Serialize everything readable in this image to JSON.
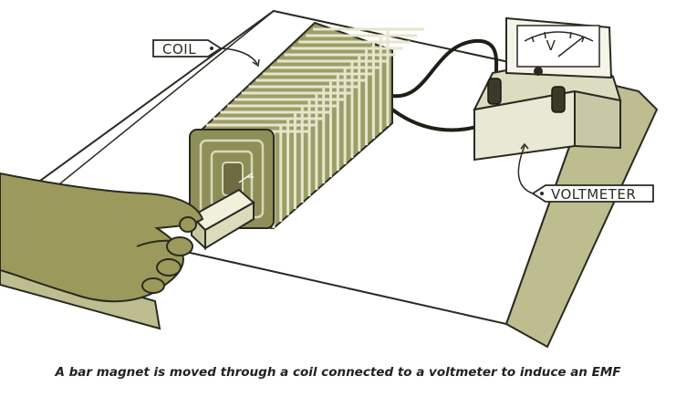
{
  "labels": {
    "coil": "COIL",
    "voltmeter": "VOLTMETER",
    "meter_symbol": "V"
  },
  "caption": "A bar magnet is moved through a coil connected to a voltmeter to induce an EMF",
  "colors": {
    "olive_dark": "#8a8a55",
    "olive_light": "#c9c9a0",
    "olive_pale": "#e6e6cf",
    "skin": "#9b9a5c",
    "outline": "#2a2a22"
  }
}
